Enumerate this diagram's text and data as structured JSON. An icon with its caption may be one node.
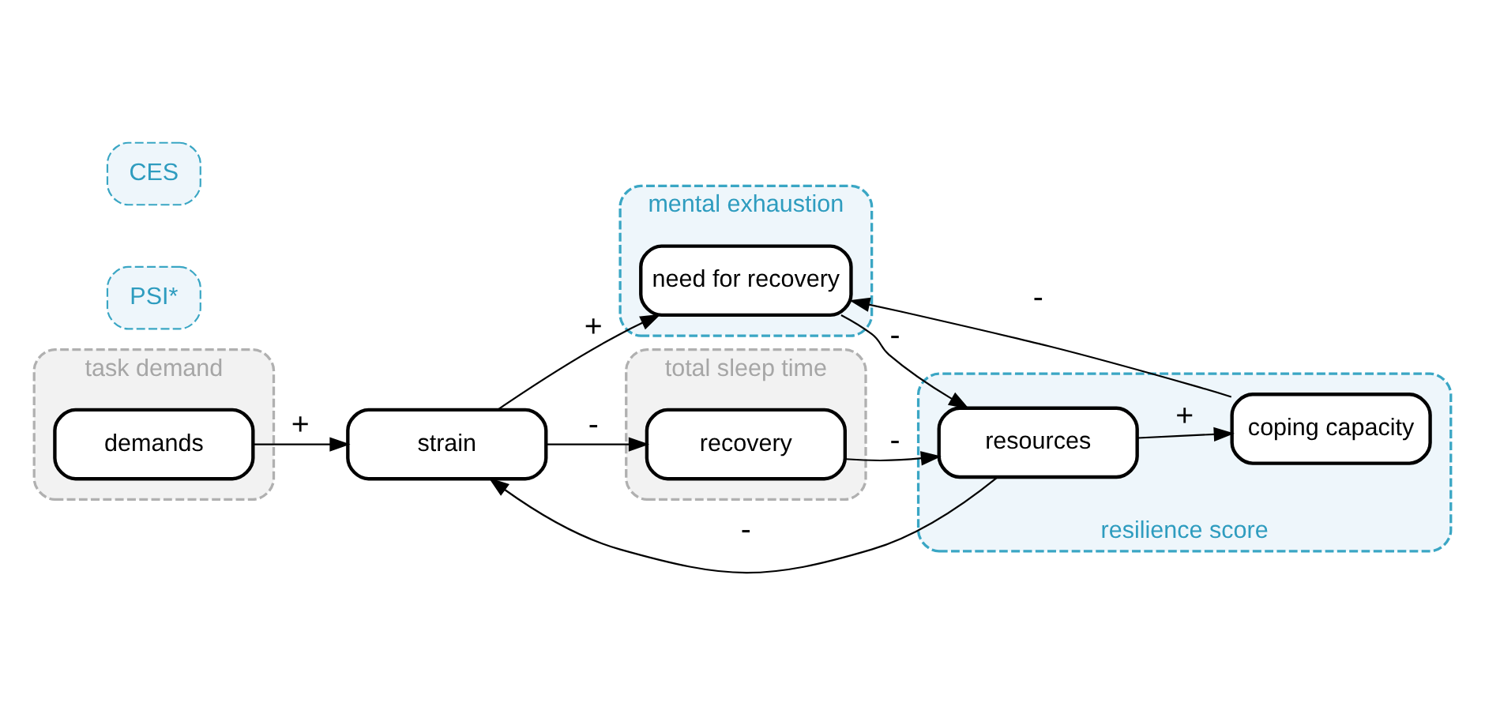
{
  "diagram": {
    "nodes": [
      {
        "text": [
          "task demand"
        ]
      },
      {
        "text": [
          "demands"
        ],
        "in": 0
      },
      {
        "text": [
          "PSI*"
        ]
      },
      {
        "text": [
          "CES"
        ]
      },
      {
        "text": [
          "mental exhaustion"
        ]
      },
      {
        "text": [
          "need for recovery"
        ],
        "in": 4
      },
      {
        "text": [
          "total sleep time"
        ]
      },
      {
        "text": [
          "recovery"
        ],
        "in": 6
      },
      {
        "text": [
          "strain"
        ]
      },
      {
        "text": [
          "resilience score"
        ]
      },
      {
        "text": [
          "coping capacity"
        ],
        "in": 9
      },
      {
        "text": [
          "resources"
        ],
        "in": 9
      }
    ],
    "edges": [
      {
        "from": 1,
        "to": 8,
        "arrow": "to",
        "label": "+"
      },
      {
        "from": 11,
        "to": 8,
        "arrow": "to",
        "label": "-"
      },
      {
        "from": 8,
        "to": 5,
        "arrow": "to",
        "label": "+"
      },
      {
        "from": 10,
        "to": 5,
        "arrow": "to",
        "label": "-"
      },
      {
        "from": 8,
        "to": 7,
        "arrow": "to",
        "label": "-"
      },
      {
        "from": 7,
        "to": 11,
        "arrow": "to",
        "label": "-"
      },
      {
        "from": 5,
        "to": 11,
        "arrow": "to",
        "label": "-"
      },
      {
        "from": 11,
        "to": 10,
        "arrow": "to",
        "label": "+"
      }
    ]
  }
}
